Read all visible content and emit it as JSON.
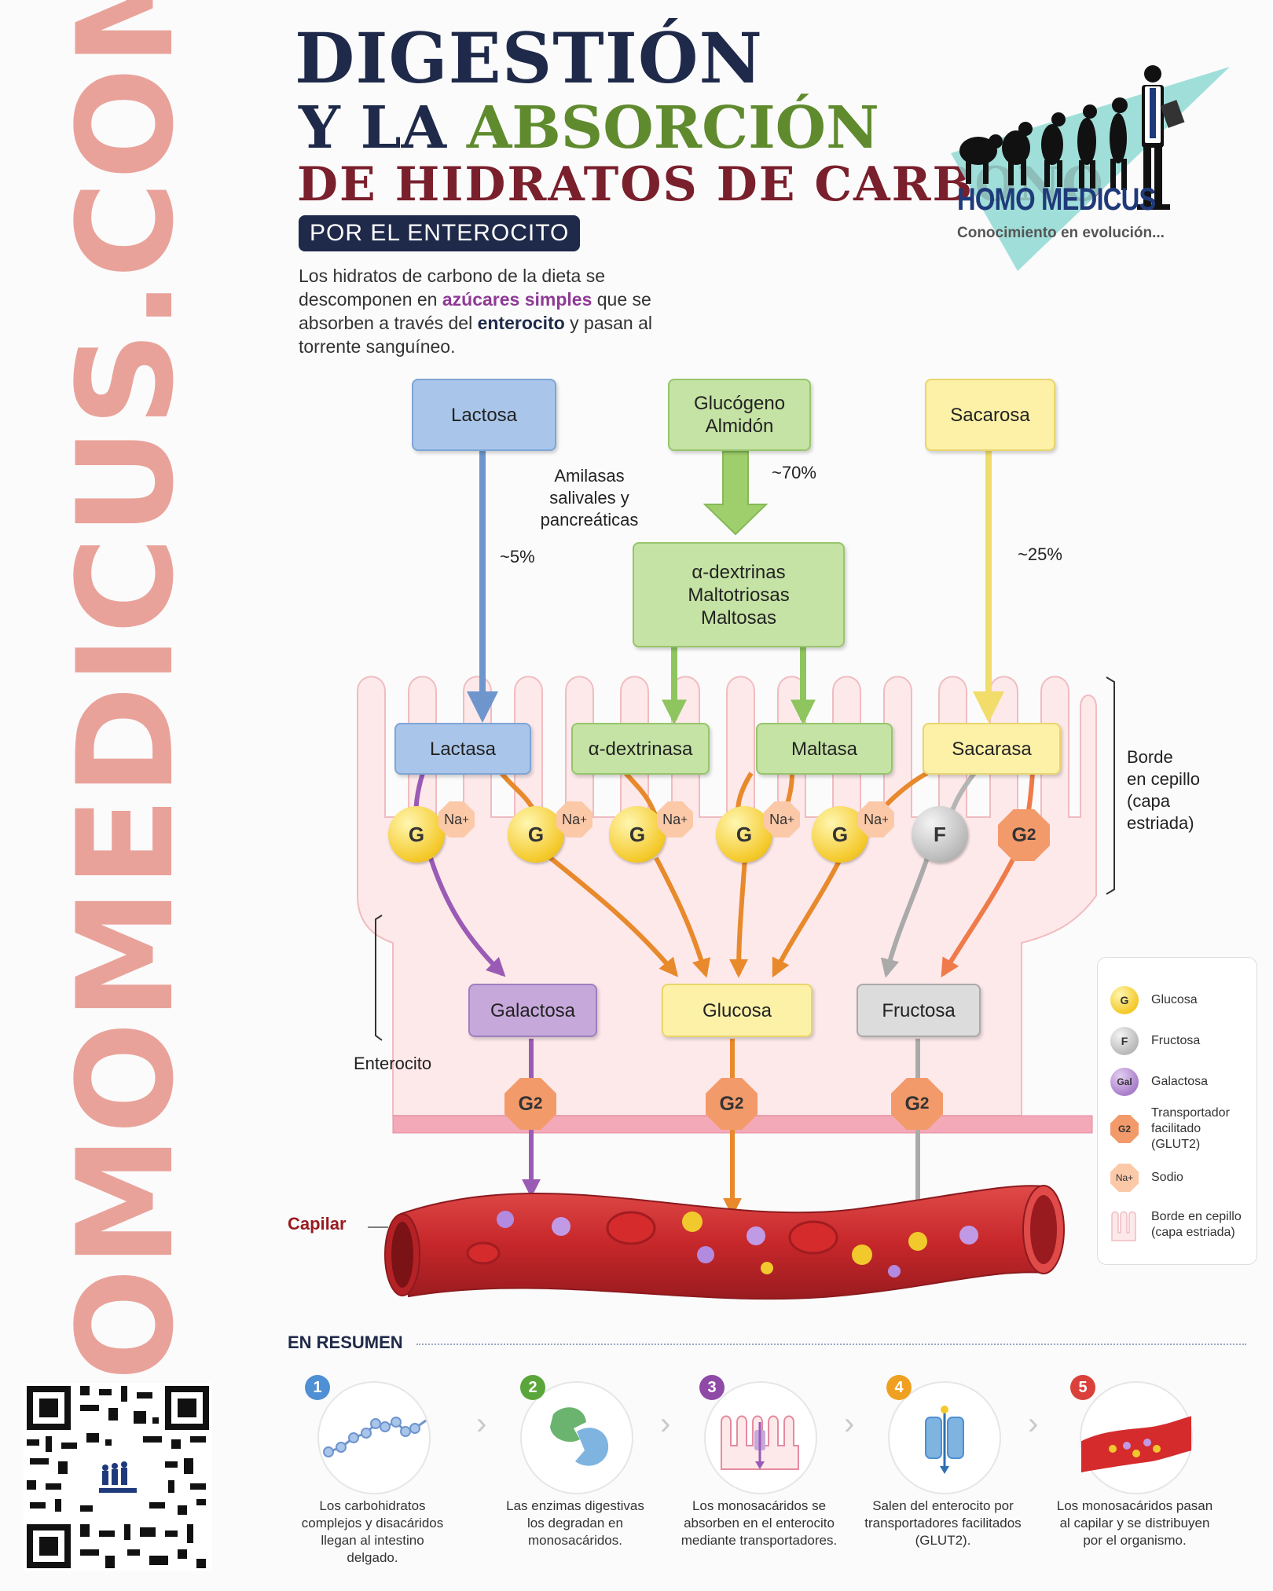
{
  "brand": {
    "vertical_text": "HOMOMEDICUS.COM",
    "logo_name": "HOMO MEDICUS",
    "logo_tagline": "Conocimiento en evolución..."
  },
  "title": {
    "line1": "DIGESTIÓN",
    "line2_a": "Y LA ",
    "line2_b": "ABSORCIÓN",
    "line3": "DE HIDRATOS DE CARBONO",
    "badge": "POR EL ENTEROCITO"
  },
  "intro": {
    "p1": "Los hidratos de carbono de la dieta se descomponen en ",
    "hl1": "azúcares simples",
    "p2": " que se absorben a través del ",
    "hl2": "enterocito",
    "p3": " y pasan al torrente sanguíneo."
  },
  "diagram": {
    "lactosa": "Lactosa",
    "glucogeno_l1": "Glucógeno",
    "glucogeno_l2": "Almidón",
    "sacarosa": "Sacarosa",
    "amilasas_l1": "Amilasas",
    "amilasas_l2": "salivales y",
    "amilasas_l3": "pancreáticas",
    "pct_lactosa": "~5%",
    "pct_glucogeno": "~70%",
    "pct_sacarosa": "~25%",
    "dextrinas_l1": "α-dextrinas",
    "dextrinas_l2": "Maltotriosas",
    "dextrinas_l3": "Maltosas",
    "lactasa": "Lactasa",
    "dextrinasa": "α-dextrinasa",
    "maltasa": "Maltasa",
    "sacarasa": "Sacarasa",
    "borde_l1": "Borde",
    "borde_l2": "en cepillo",
    "borde_l3": "(capa",
    "borde_l4": "estriada)",
    "g": "G",
    "f": "F",
    "g2": "G",
    "g2_sub": "2",
    "na": "Na",
    "na_sup": "+",
    "galactosa": "Galactosa",
    "glucosa": "Glucosa",
    "fructosa": "Fructosa",
    "enterocito": "Enterocito",
    "capilar": "Capilar"
  },
  "legend": [
    {
      "icon": "G",
      "label": "Glucosa"
    },
    {
      "icon": "F",
      "label": "Fructosa"
    },
    {
      "icon": "Gal",
      "label": "Galactosa"
    },
    {
      "icon": "G2",
      "label": "Transportador facilitado (GLUT2)"
    },
    {
      "icon": "Na+",
      "label": "Sodio"
    },
    {
      "icon": "brush",
      "label": "Borde en cepillo (capa estriada)"
    }
  ],
  "resumen": {
    "title": "EN RESUMEN",
    "steps": [
      {
        "num": "1",
        "text": "Los carbohidratos complejos y disacáridos llegan al intestino delgado.",
        "color": "#4f8fd3"
      },
      {
        "num": "2",
        "text": "Las enzimas digestivas los degradan en monosacáridos.",
        "color": "#5aa63a"
      },
      {
        "num": "3",
        "text": "Los monosacáridos se absorben en el enterocito mediante transportadores.",
        "color": "#8e4aa6"
      },
      {
        "num": "4",
        "text": "Salen del enterocito por transportadores facilitados (GLUT2).",
        "color": "#f0a020"
      },
      {
        "num": "5",
        "text": "Los monosacáridos pasan al capilar y se distribuyen por el organismo.",
        "color": "#d9413a"
      }
    ]
  }
}
